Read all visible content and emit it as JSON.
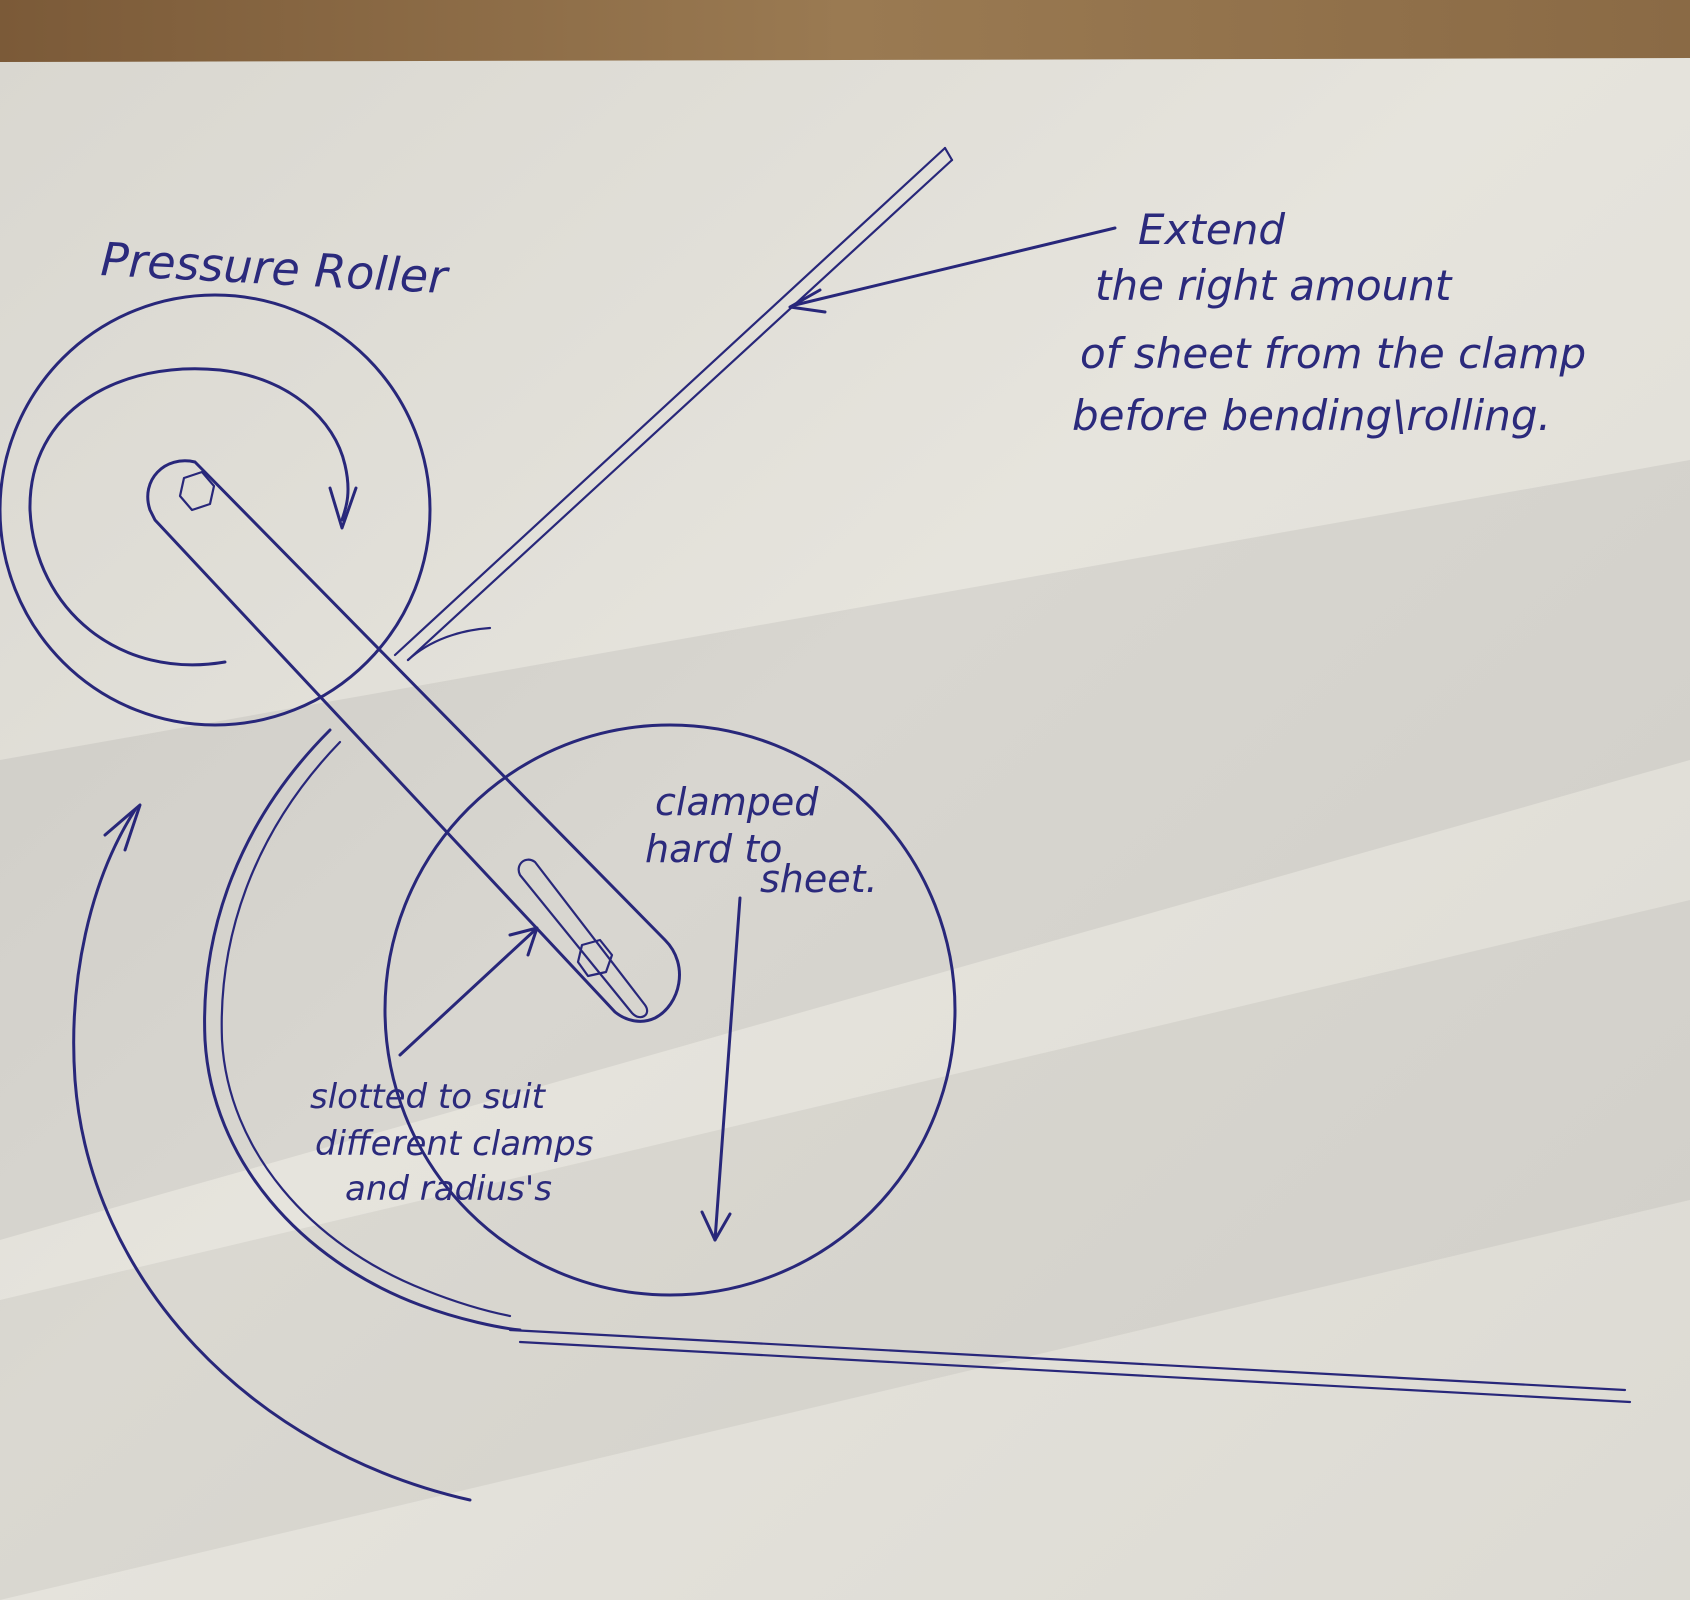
{
  "colors": {
    "ink": "#28277a",
    "paper": "#e8e6df",
    "wood": "#8a6a45"
  },
  "labels": {
    "pressure_roller": "Pressure Roller",
    "extend_line1": "Extend",
    "extend_line2": "the right amount",
    "extend_line3": "of sheet from the clamp",
    "extend_line4": "before bending\\rolling.",
    "clamped_line1": "clamped",
    "clamped_line2": "hard to",
    "clamped_line3": "sheet.",
    "slotted_line1": "slotted to suit",
    "slotted_line2": "different clamps",
    "slotted_line3": "and radius's"
  }
}
